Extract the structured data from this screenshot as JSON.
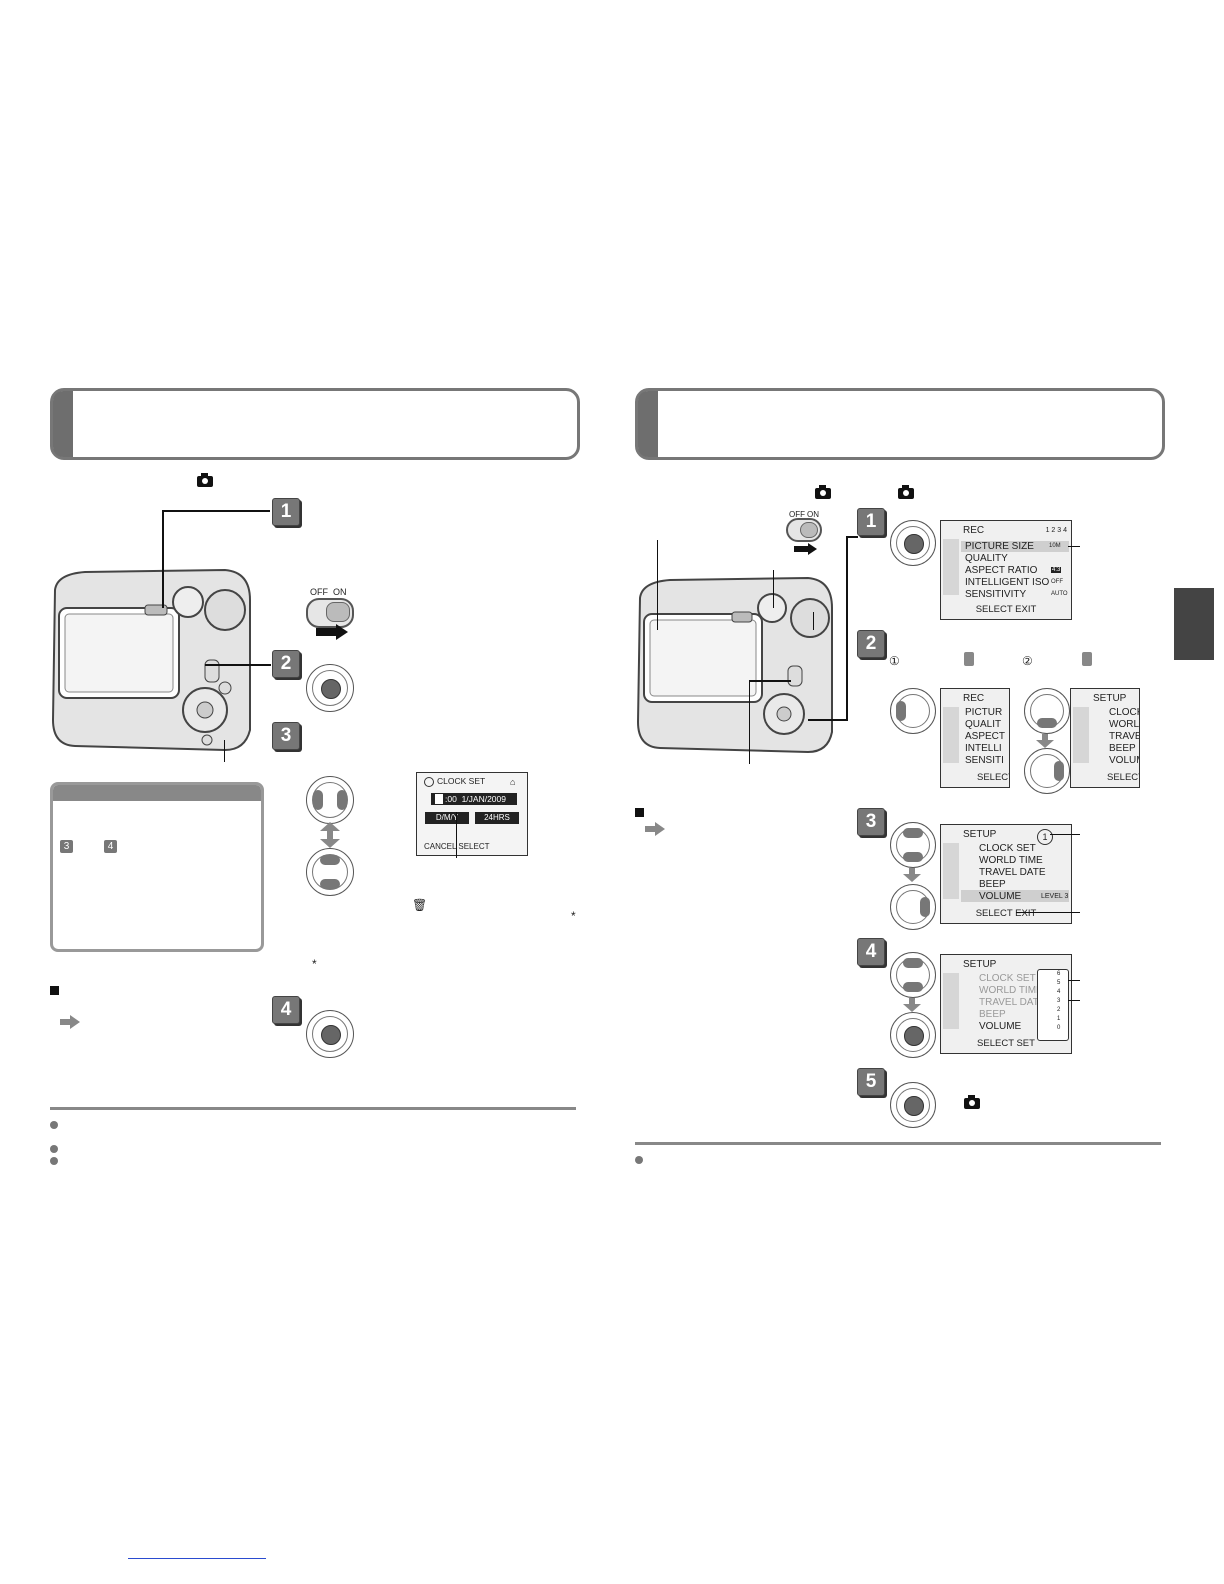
{
  "left": {
    "clock_screen": {
      "title": "CLOCK SET",
      "time_value": ":00",
      "date_value": "1/JAN/2009",
      "format_value": "D/M/Y",
      "hours_value": "24HRS",
      "footer": "CANCEL  SELECT"
    },
    "switch": {
      "off": "OFF",
      "on": "ON"
    },
    "steps": [
      "1",
      "2",
      "3",
      "4"
    ],
    "note_refs": [
      "3",
      "4"
    ],
    "asterisk": "*"
  },
  "right": {
    "switch": {
      "off": "OFF",
      "on": "ON"
    },
    "steps": [
      "1",
      "2",
      "3",
      "4",
      "5"
    ],
    "substeps": [
      "①",
      "②"
    ],
    "rec_screen": {
      "title": "REC",
      "page": "1 2 3 4",
      "rows": [
        "PICTURE SIZE",
        "QUALITY",
        "ASPECT RATIO",
        "INTELLIGENT ISO",
        "SENSITIVITY"
      ],
      "values": [
        "10M",
        "",
        "4:3",
        "OFF",
        "AUTO"
      ],
      "footer": "SELECT  EXIT"
    },
    "rec_small": {
      "title": "REC",
      "rows": [
        "PICTUR",
        "QUALIT",
        "ASPECT",
        "INTELLI",
        "SENSITI"
      ],
      "footer": "SELECT"
    },
    "setup_small": {
      "title": "SETUP",
      "rows": [
        "CLOCK",
        "WORLD",
        "TRAVEL",
        "BEEP",
        "VOLUME"
      ],
      "footer": "SELECT"
    },
    "setup_screen": {
      "title": "SETUP",
      "page_marker": "1",
      "rows": [
        "CLOCK SET",
        "WORLD TIME",
        "TRAVEL DATE",
        "BEEP",
        "VOLUME"
      ],
      "volume_value": "LEVEL 3",
      "footer": "SELECT  EXIT"
    },
    "volume_screen": {
      "title": "SETUP",
      "rows": [
        "CLOCK SET",
        "WORLD TIME",
        "TRAVEL DATE",
        "BEEP",
        "VOLUME"
      ],
      "levels": [
        "6",
        "5",
        "4",
        "3",
        "2",
        "1",
        "0"
      ],
      "footer": "SELECT  SET"
    }
  }
}
